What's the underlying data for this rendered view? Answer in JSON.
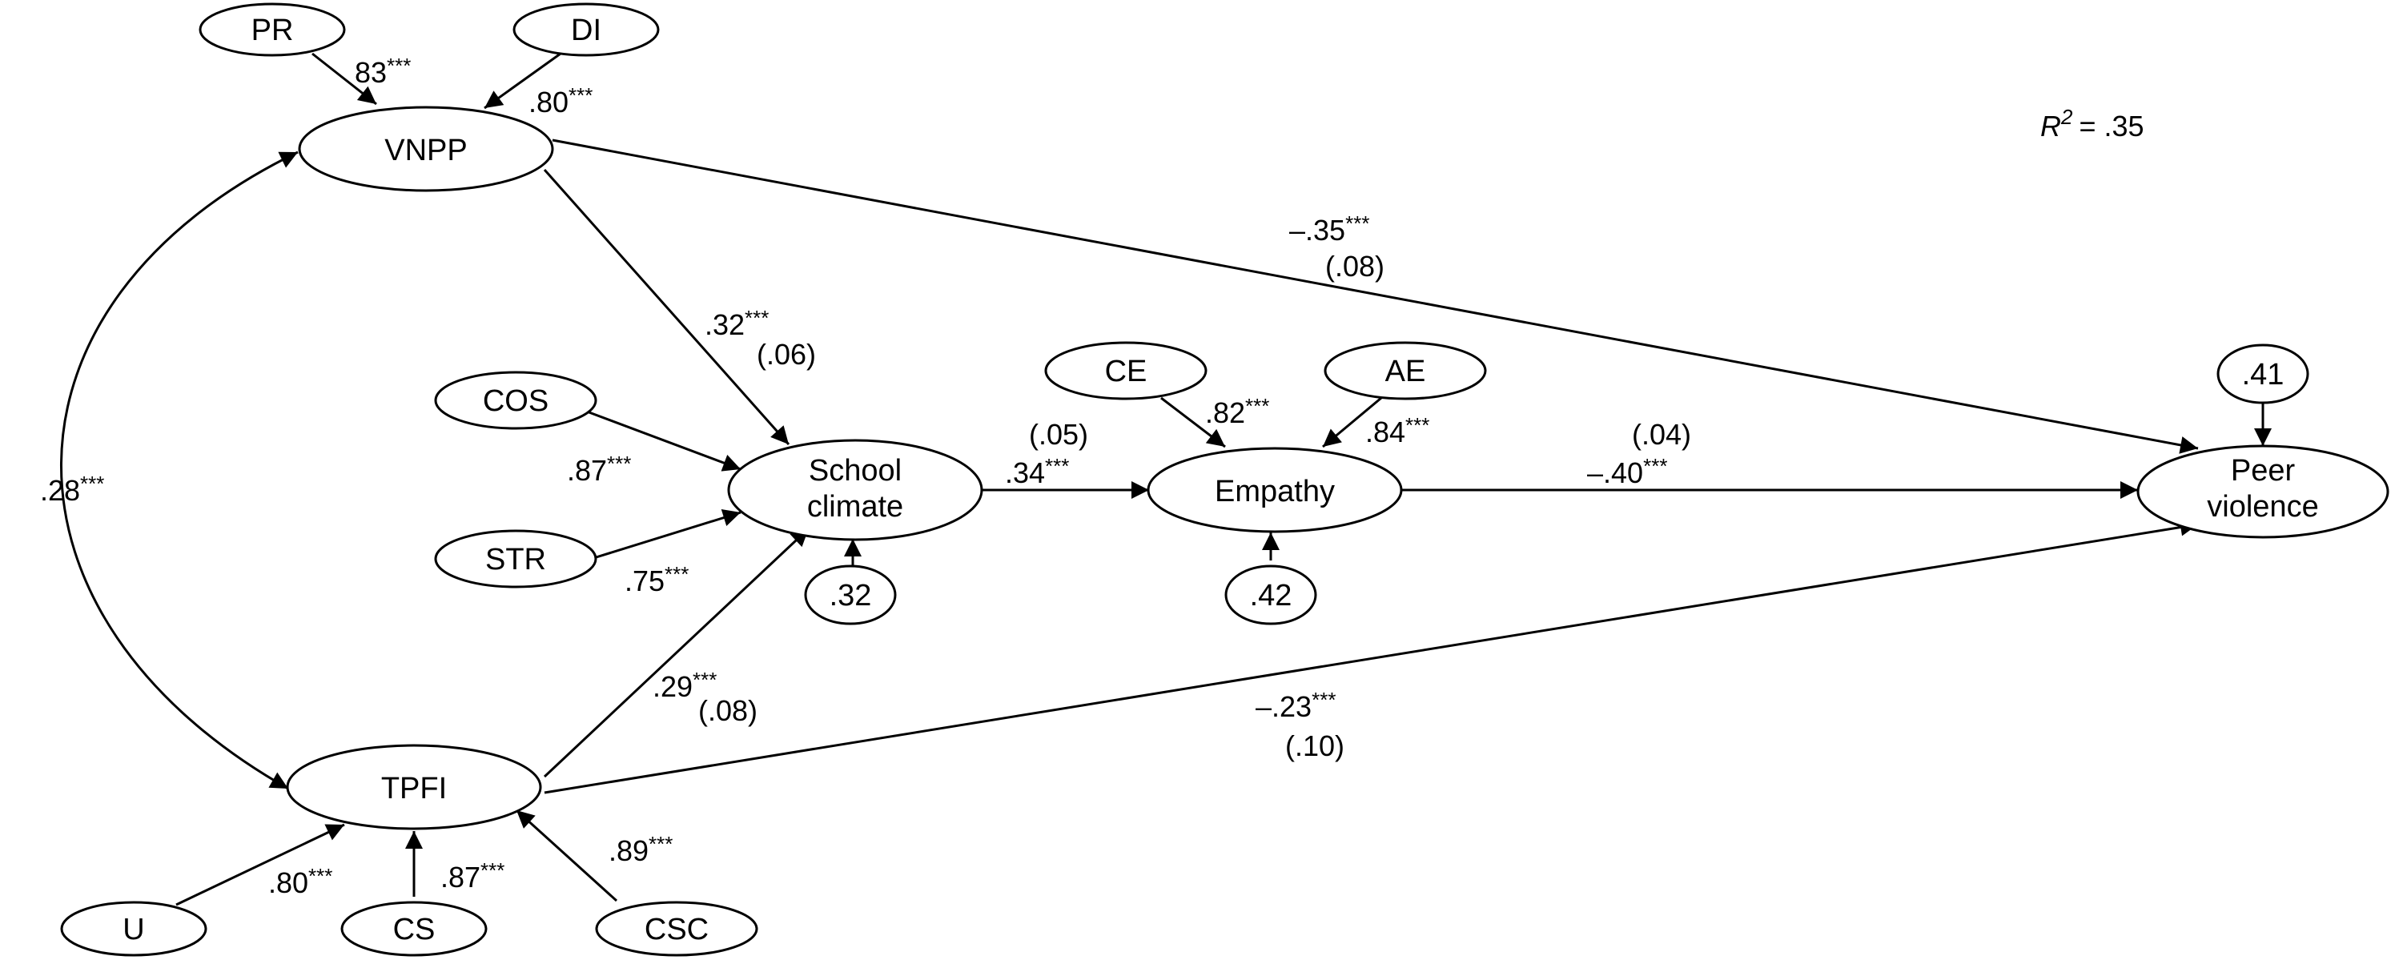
{
  "nodes": {
    "pr": "PR",
    "di": "DI",
    "vnpp": "VNPP",
    "cos": "COS",
    "str": "STR",
    "school_climate": [
      "School",
      "climate"
    ],
    "school_climate_error": ".32",
    "ce": "CE",
    "ae": "AE",
    "empathy": "Empathy",
    "empathy_error": ".42",
    "peer_violence": [
      "Peer",
      "violence"
    ],
    "peer_violence_error": ".41",
    "tpfi": "TPFI",
    "u": "U",
    "cs": "CS",
    "csc": "CSC"
  },
  "r_squared": {
    "symbol": "R",
    "exponent": "2",
    "value": "= .35"
  },
  "loadings": {
    "pr_vnpp": "83",
    "di_vnpp": ".80",
    "cos_sc": ".87",
    "str_sc": ".75",
    "ce_emp": ".82",
    "ae_emp": ".84",
    "u_tpfi": ".80",
    "cs_tpfi": ".87",
    "csc_tpfi": ".89"
  },
  "paths": {
    "vnpp_tpfi_corr": ".28",
    "vnpp_sc": {
      "coef": ".32",
      "se": "(.06)"
    },
    "sc_emp": {
      "coef": ".34",
      "se": "(.05)"
    },
    "emp_pv": {
      "coef": "–.40",
      "se": "(.04)"
    },
    "vnpp_pv": {
      "coef": "–.35",
      "se": "(.08)"
    },
    "tpfi_sc": {
      "coef": ".29",
      "se": "(.08)"
    },
    "tpfi_pv": {
      "coef": "–.23",
      "se": "(.10)"
    }
  },
  "significance_marker": "***"
}
